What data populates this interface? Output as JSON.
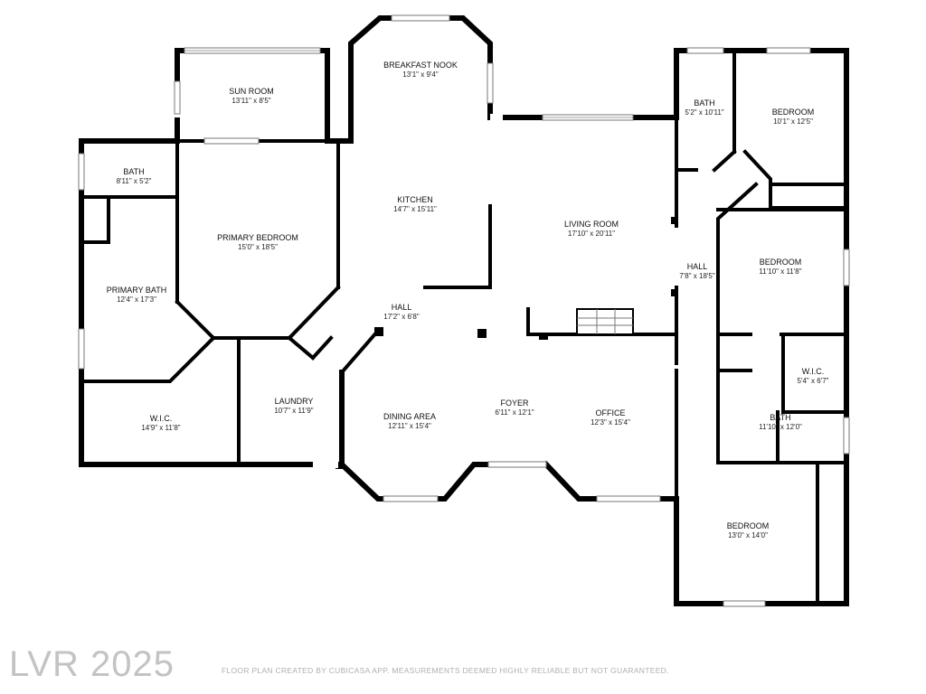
{
  "rooms": [
    {
      "id": "sun-room",
      "name": "SUN ROOM",
      "dims": "13'11\" x 8'5\""
    },
    {
      "id": "breakfast-nook",
      "name": "BREAKFAST NOOK",
      "dims": "13'1\" x 9'4\""
    },
    {
      "id": "bath-upper-right",
      "name": "BATH",
      "dims": "5'2\" x 10'11\""
    },
    {
      "id": "bedroom-upper-right",
      "name": "BEDROOM",
      "dims": "10'1\" x 12'5\""
    },
    {
      "id": "bath-left",
      "name": "BATH",
      "dims": "8'11\" x 5'2\""
    },
    {
      "id": "kitchen",
      "name": "KITCHEN",
      "dims": "14'7\" x 15'11\""
    },
    {
      "id": "living-room",
      "name": "LIVING ROOM",
      "dims": "17'10\" x 20'11\""
    },
    {
      "id": "primary-bedroom",
      "name": "PRIMARY BEDROOM",
      "dims": "15'0\" x 18'5\""
    },
    {
      "id": "bedroom-middle-right",
      "name": "BEDROOM",
      "dims": "11'10\" x 11'8\""
    },
    {
      "id": "hall-right",
      "name": "HALL",
      "dims": "7'8\" x 18'5\""
    },
    {
      "id": "primary-bath",
      "name": "PRIMARY BATH",
      "dims": "12'4\" x 17'3\""
    },
    {
      "id": "hall-center",
      "name": "HALL",
      "dims": "17'2\" x 6'8\""
    },
    {
      "id": "wic-right",
      "name": "W.I.C.",
      "dims": "5'4\" x 6'7\""
    },
    {
      "id": "laundry",
      "name": "LAUNDRY",
      "dims": "10'7\" x 11'9\""
    },
    {
      "id": "foyer",
      "name": "FOYER",
      "dims": "6'11\" x 12'1\""
    },
    {
      "id": "bath-lower-right",
      "name": "BATH",
      "dims": "11'10\" x 12'0\""
    },
    {
      "id": "wic-left",
      "name": "W.I.C.",
      "dims": "14'9\" x 11'8\""
    },
    {
      "id": "dining-area",
      "name": "DINING AREA",
      "dims": "12'11\" x 15'4\""
    },
    {
      "id": "office",
      "name": "OFFICE",
      "dims": "12'3\" x 15'4\""
    },
    {
      "id": "bedroom-lower-right",
      "name": "BEDROOM",
      "dims": "13'0\" x 14'0\""
    }
  ],
  "watermark": "LVR 2025",
  "disclaimer": "FLOOR PLAN CREATED BY CUBICASA APP. MEASUREMENTS DEEMED HIGHLY RELIABLE BUT NOT GUARANTEED."
}
